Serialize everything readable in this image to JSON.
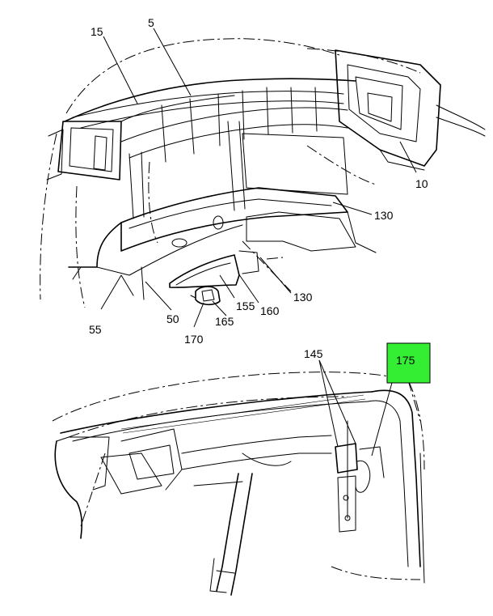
{
  "highlight_color": "#33ee33",
  "callouts": {
    "c15": "15",
    "c5": "5",
    "c10": "10",
    "c130a": "130",
    "c130b": "130",
    "c55": "55",
    "c50": "50",
    "c155": "155",
    "c160": "160",
    "c165": "165",
    "c170": "170",
    "c145": "145",
    "c175": "175"
  }
}
